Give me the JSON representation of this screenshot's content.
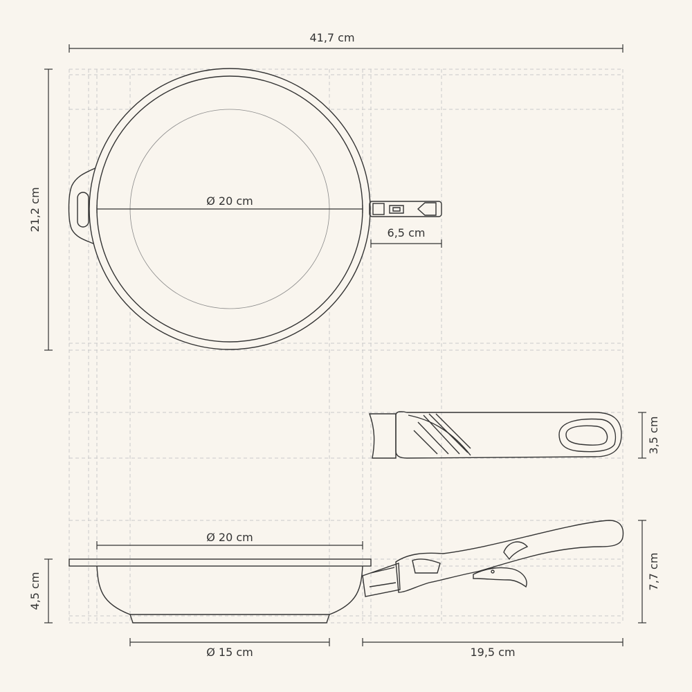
{
  "labels": {
    "total_length": "41,7 cm",
    "total_width": "21,2 cm",
    "top_diameter": "Ø 20 cm",
    "handle_attach": "6,5 cm",
    "handle_width": "3,5 cm",
    "side_diameter": "Ø 20 cm",
    "height": "4,5 cm",
    "total_height": "7,7 cm",
    "base_diameter": "Ø 15 cm",
    "handle_length": "19,5 cm"
  },
  "colors": {
    "background": "#f9f5ee",
    "line": "#333333",
    "guide": "#c9c9c9"
  }
}
